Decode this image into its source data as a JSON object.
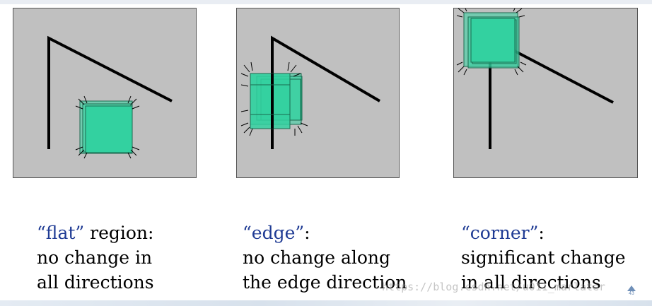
{
  "panels": [
    {
      "caption_quote": "“flat”",
      "caption_rest": " region:",
      "caption_line2": "no change in",
      "caption_line3": "all directions"
    },
    {
      "caption_quote": "“edge”",
      "caption_rest": ":",
      "caption_line2": "no change along",
      "caption_line3": "the edge direction"
    },
    {
      "caption_quote": "“corner”",
      "caption_rest": ":",
      "caption_line2": "significant change",
      "caption_line3": "in all directions"
    }
  ],
  "colors": {
    "panel_bg": "#c0c0c0",
    "window_fill": "#33d1a0",
    "quote_text": "#1f3b94"
  },
  "watermark": "https://blog.csdn.net/u011_marlater",
  "slide_number": "43"
}
